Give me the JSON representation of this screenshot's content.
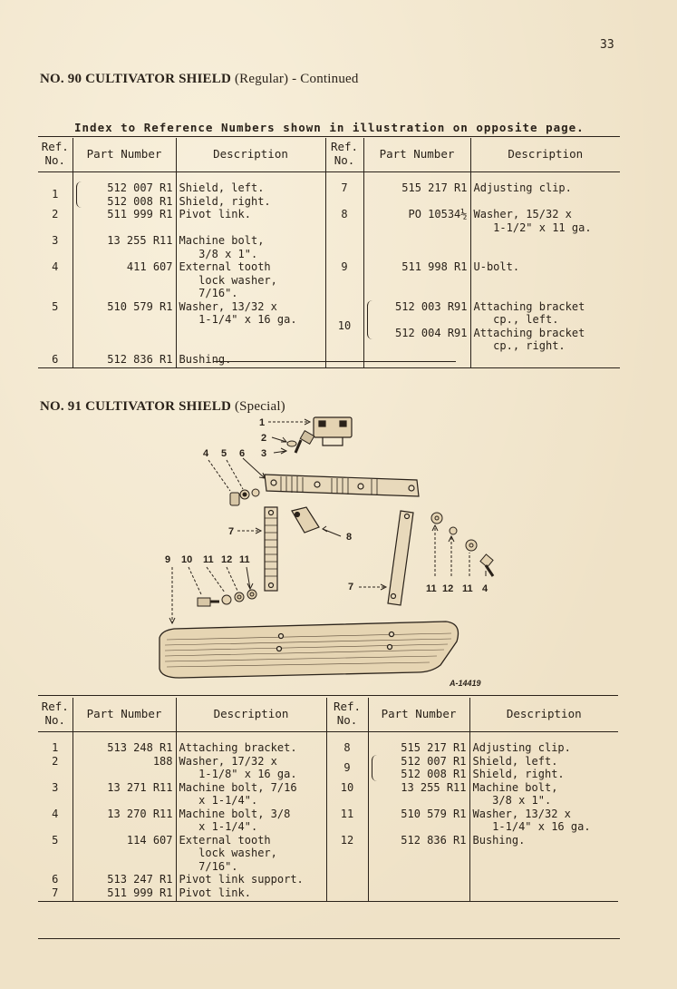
{
  "page_number": "33",
  "section90": {
    "heading_main": "NO. 90 CULTIVATOR SHIELD",
    "heading_rest": "(Regular) - Continued",
    "index_note": "Index to Reference Numbers shown in illustration on opposite page.",
    "headers": {
      "ref": "Ref. No.",
      "part": "Part Number",
      "desc": "Description"
    },
    "left_rows": [
      {
        "ref": "1",
        "brace": true,
        "parts": [
          "512 007 R1",
          "512 008 R1"
        ],
        "descs": [
          "Shield, left.",
          "Shield, right."
        ]
      },
      {
        "ref": "2",
        "parts": [
          "511 999 R1"
        ],
        "descs": [
          "Pivot link."
        ]
      },
      {
        "ref": "3",
        "parts": [
          "13 255 R11"
        ],
        "descs": [
          "Machine bolt,",
          "   3/8 x 1\"."
        ]
      },
      {
        "ref": "4",
        "parts": [
          "411 607"
        ],
        "descs": [
          "External tooth",
          "   lock washer,",
          "   7/16\"."
        ]
      },
      {
        "ref": "5",
        "parts": [
          "510 579 R1"
        ],
        "descs": [
          "Washer, 13/32 x",
          "   1-1/4\" x 16 ga."
        ]
      },
      {
        "ref": "6",
        "parts": [
          "512 836 R1"
        ],
        "descs": [
          "Bushing."
        ]
      }
    ],
    "right_rows": [
      {
        "ref": "7",
        "parts": [
          "515 217 R1"
        ],
        "descs": [
          "Adjusting clip."
        ]
      },
      {
        "ref": "8",
        "parts": [
          "PO 10534½"
        ],
        "descs": [
          "Washer, 15/32 x",
          "   1-1/2\" x 11 ga."
        ]
      },
      {
        "ref": "9",
        "parts": [
          "511 998 R1"
        ],
        "descs": [
          "U-bolt."
        ]
      },
      {
        "ref": "10",
        "brace": true,
        "parts": [
          "512 003 R91",
          "",
          "512 004 R91"
        ],
        "descs": [
          "Attaching bracket",
          "   cp., left.",
          "Attaching bracket",
          "   cp., right."
        ]
      }
    ]
  },
  "section91": {
    "heading_main": "NO. 91 CULTIVATOR SHIELD",
    "heading_rest": "(Special)",
    "figure_id": "A-14419",
    "callouts": {
      "c1": "1",
      "c2": "2",
      "c3": "3",
      "c4a": "4",
      "c5": "5",
      "c6": "6",
      "c7a": "7",
      "c7b": "7",
      "c8": "8",
      "c9": "9",
      "c10": "10",
      "c11a": "11",
      "c12a": "12",
      "c11b": "11",
      "c11c": "11",
      "c12b": "12",
      "c11d": "11",
      "c4b": "4"
    },
    "headers": {
      "ref": "Ref. No.",
      "part": "Part Number",
      "desc": "Description"
    },
    "left_rows": [
      {
        "ref": "1",
        "parts": [
          "513 248 R1"
        ],
        "descs": [
          "Attaching bracket."
        ]
      },
      {
        "ref": "2",
        "parts": [
          "188"
        ],
        "descs": [
          "Washer, 17/32 x",
          "   1-1/8\" x 16 ga."
        ]
      },
      {
        "ref": "3",
        "parts": [
          "13 271 R11"
        ],
        "descs": [
          "Machine bolt, 7/16",
          "   x 1-1/4\"."
        ]
      },
      {
        "ref": "4",
        "parts": [
          "13 270 R11"
        ],
        "descs": [
          "Machine bolt, 3/8",
          "   x 1-1/4\"."
        ]
      },
      {
        "ref": "5",
        "parts": [
          "114 607"
        ],
        "descs": [
          "External tooth",
          "   lock washer,",
          "   7/16\"."
        ]
      },
      {
        "ref": "6",
        "parts": [
          "513 247 R1"
        ],
        "descs": [
          "Pivot link support."
        ]
      },
      {
        "ref": "7",
        "parts": [
          "511 999 R1"
        ],
        "descs": [
          "Pivot link."
        ]
      }
    ],
    "right_rows": [
      {
        "ref": "8",
        "parts": [
          "515 217 R1"
        ],
        "descs": [
          "Adjusting clip."
        ]
      },
      {
        "ref": "9",
        "brace": true,
        "parts": [
          "512 007 R1",
          "512 008 R1"
        ],
        "descs": [
          "Shield, left.",
          "Shield, right."
        ]
      },
      {
        "ref": "10",
        "parts": [
          "13 255 R11"
        ],
        "descs": [
          "Machine bolt,",
          "   3/8 x 1\"."
        ]
      },
      {
        "ref": "11",
        "parts": [
          "510 579 R1"
        ],
        "descs": [
          "Washer, 13/32 x",
          "   1-1/4\" x 16 ga."
        ]
      },
      {
        "ref": "12",
        "parts": [
          "512 836 R1"
        ],
        "descs": [
          "Bushing."
        ]
      }
    ]
  }
}
